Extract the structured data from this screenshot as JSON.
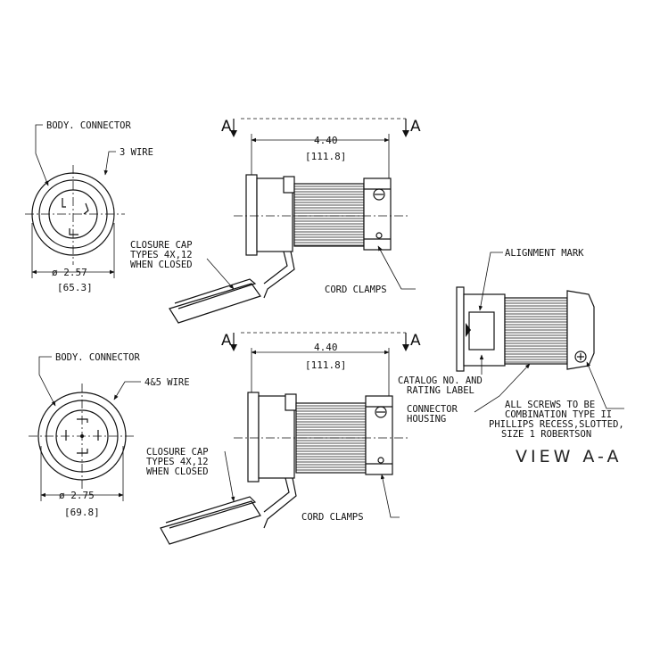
{
  "top_view": {
    "body_connector": "BODY. CONNECTOR",
    "wire": "3 WIRE",
    "diameter": "ø 2.57",
    "diameter_mm": "[65.3]"
  },
  "bottom_view": {
    "body_connector": "BODY. CONNECTOR",
    "wire": "4&5 WIRE",
    "diameter": "ø 2.75",
    "diameter_mm": "[69.8]"
  },
  "top_side": {
    "section_left": "A",
    "section_right": "A",
    "length": "4.40",
    "length_mm": "[111.8]",
    "closure_cap": [
      "CLOSURE CAP",
      "TYPES 4X,12",
      "WHEN CLOSED"
    ],
    "cord_clamps": "CORD CLAMPS"
  },
  "bottom_side": {
    "section_left": "A",
    "section_right": "A",
    "length": "4.40",
    "length_mm": "[111.8]",
    "closure_cap": [
      "CLOSURE CAP",
      "TYPES 4X,12",
      "WHEN CLOSED"
    ],
    "cord_clamps": "CORD CLAMPS"
  },
  "view_aa": {
    "alignment_mark": "ALIGNMENT MARK",
    "catalog_label": [
      "CATALOG NO. AND",
      "RATING LABEL"
    ],
    "connector_housing": [
      "CONNECTOR",
      "HOUSING"
    ],
    "screws_note": [
      "ALL SCREWS TO BE",
      "COMBINATION TYPE II",
      "PHILLIPS RECESS,SLOTTED,",
      "SIZE 1 ROBERTSON"
    ],
    "title": "VIEW A-A"
  }
}
